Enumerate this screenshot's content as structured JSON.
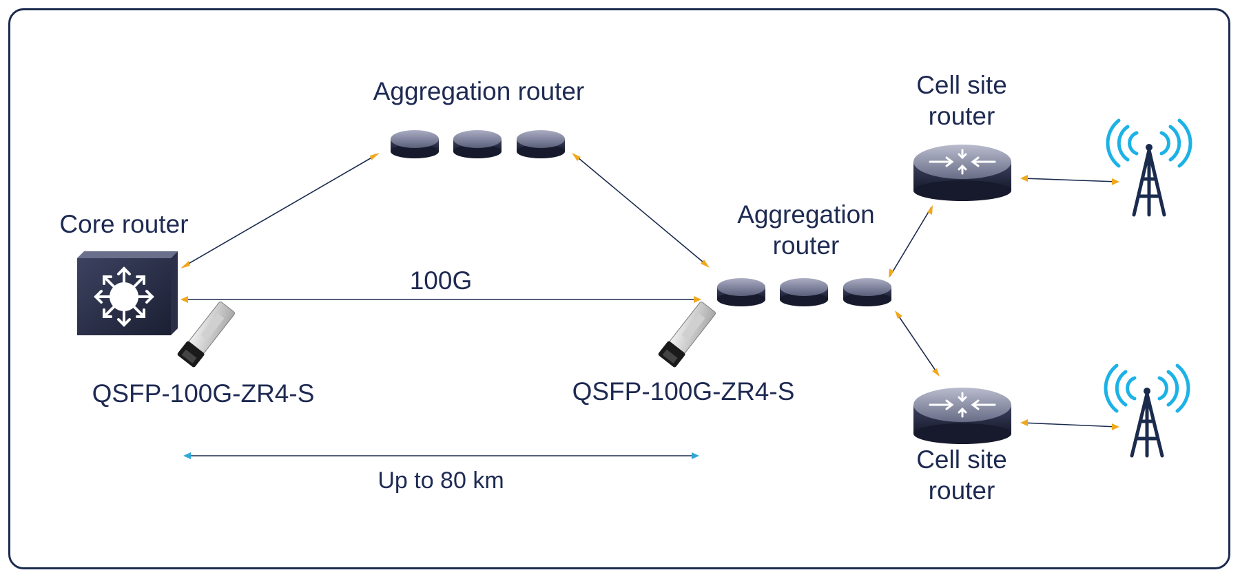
{
  "labels": {
    "core_router": "Core router",
    "agg_router_top": "Aggregation router",
    "agg_router_mid_line1": "Aggregation",
    "agg_router_mid_line2": "router",
    "cell_site_top_line1": "Cell site",
    "cell_site_top_line2": "router",
    "cell_site_bottom_line1": "Cell site",
    "cell_site_bottom_line2": "router",
    "link_speed": "100G",
    "optic_left": "QSFP-100G-ZR4-S",
    "optic_right": "QSFP-100G-ZR4-S",
    "distance": "Up to 80 km"
  },
  "icons": {
    "core_router": "core-router-icon",
    "aggregation_router": "aggregation-router-icon",
    "cell_site_router": "cell-site-router-icon",
    "cell_tower": "cell-tower-icon",
    "transceiver": "qsfp-transceiver-icon"
  },
  "colors": {
    "frame": "#1b2b4e",
    "text": "#1e2a52",
    "link_line": "#1b2b4e",
    "arrowhead": "#f0a81c",
    "distance_arrow": "#2fa8d8",
    "wireless_waves": "#1cb2e6",
    "router_dark": "#23273f"
  }
}
